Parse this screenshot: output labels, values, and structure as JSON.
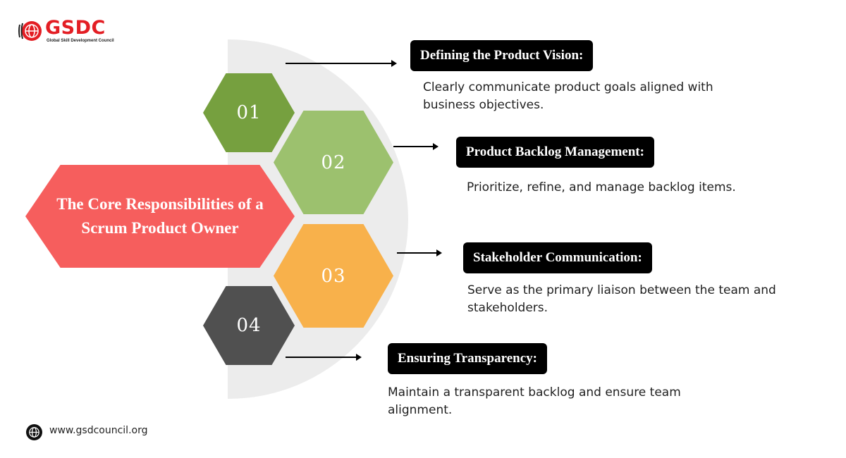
{
  "logo": {
    "name": "GSDC",
    "subtitle": "Global Skill Development Council"
  },
  "title": "The Core Responsibilities of a Scrum Product Owner",
  "colors": {
    "title": "#f65e5d",
    "step1": "#76a03f",
    "step2": "#9cc16e",
    "step3": "#f8b14b",
    "step4": "#505050",
    "brand": "#e31e24"
  },
  "steps": [
    {
      "number": "01",
      "heading": "Defining the Product Vision:",
      "description": "Clearly communicate product goals aligned with business objectives."
    },
    {
      "number": "02",
      "heading": "Product Backlog Management:",
      "description": "Prioritize, refine, and manage backlog items."
    },
    {
      "number": "03",
      "heading": "Stakeholder Communication:",
      "description": "Serve as the primary liaison between the team and stakeholders."
    },
    {
      "number": "04",
      "heading": "Ensuring Transparency:",
      "description": "Maintain a transparent backlog and ensure team alignment."
    }
  ],
  "footer": {
    "website": "www.gsdcouncil.org",
    "icon": "globe-icon"
  }
}
